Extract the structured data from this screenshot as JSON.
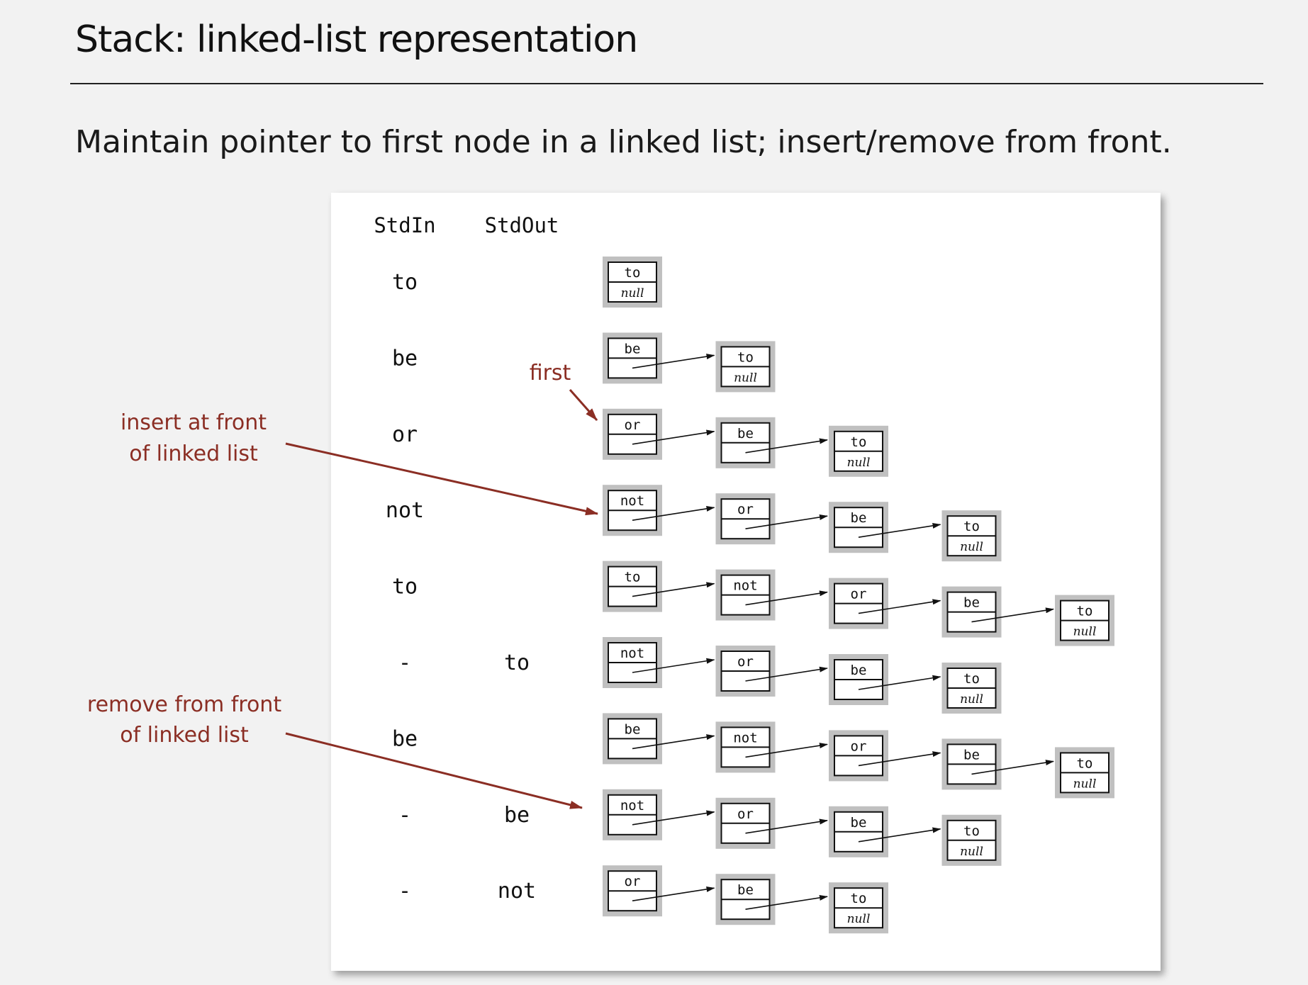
{
  "title": "Stack:  linked-list representation",
  "subtitle": "Maintain pointer to first node in a linked list; insert/remove from front.",
  "column_headers": {
    "stdin": "StdIn",
    "stdout": "StdOut"
  },
  "null_label": "null",
  "first_label": "first",
  "annotations": {
    "insert": [
      "insert at front",
      "of linked list"
    ],
    "remove": [
      "remove from front",
      "of linked list"
    ]
  },
  "colors": {
    "accent": "#8b2e24",
    "node_outer": "#c0c0c0",
    "text": "#111111"
  },
  "rows": [
    {
      "stdin": "to",
      "stdout": "",
      "stack": [
        "to"
      ]
    },
    {
      "stdin": "be",
      "stdout": "",
      "stack": [
        "be",
        "to"
      ]
    },
    {
      "stdin": "or",
      "stdout": "",
      "stack": [
        "or",
        "be",
        "to"
      ]
    },
    {
      "stdin": "not",
      "stdout": "",
      "stack": [
        "not",
        "or",
        "be",
        "to"
      ]
    },
    {
      "stdin": "to",
      "stdout": "",
      "stack": [
        "to",
        "not",
        "or",
        "be",
        "to"
      ]
    },
    {
      "stdin": "-",
      "stdout": "to",
      "stack": [
        "not",
        "or",
        "be",
        "to"
      ]
    },
    {
      "stdin": "be",
      "stdout": "",
      "stack": [
        "be",
        "not",
        "or",
        "be",
        "to"
      ]
    },
    {
      "stdin": "-",
      "stdout": "be",
      "stack": [
        "not",
        "or",
        "be",
        "to"
      ]
    },
    {
      "stdin": "-",
      "stdout": "not",
      "stack": [
        "or",
        "be",
        "to"
      ]
    }
  ]
}
